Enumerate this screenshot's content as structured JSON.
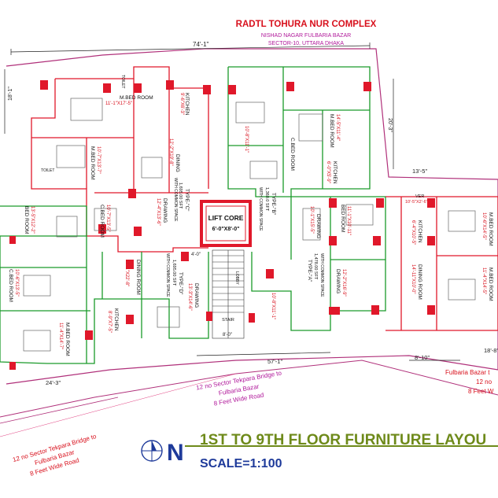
{
  "header": {
    "project_name": "RADTL TOHURA NUR COMPLEX",
    "address_line1": "NISHAD NAGAR FULBARIA BAZAR",
    "address_line2": "SECTOR-10, UTTARA DHAKA"
  },
  "footer": {
    "title": "1ST TO 9TH FLOOR FURNITURE LAYOU",
    "scale": "SCALE=1:100",
    "north_letter": "N"
  },
  "colors": {
    "boundary": "#b0307a",
    "wall_red": "#e0182a",
    "wall_green": "#1a9a2a",
    "text_red": "#d8101c",
    "text_magenta": "#b0189a",
    "title_green": "#6e8a1a",
    "scale_blue": "#1e3a9a",
    "dim_black": "#222222"
  },
  "dimensions": {
    "top_width": "74'-1\"",
    "left_offset": "18'-1\"",
    "right_offset": "20'-3\"",
    "right_step": "13'-5\"",
    "bottom_mid": "57'-1\"",
    "bottom_right": "8'-10\"",
    "right_bottom": "18'-8\"",
    "bottom_left": "24'-3\"",
    "stair_width": "8'-0\"",
    "stair_small": "4'-0\""
  },
  "core": {
    "lift_label": "LIFT CORE",
    "lift_size": "6'-0\"X8'-0\"",
    "stair_label": "STAIR",
    "lobby_label": "LOBBY"
  },
  "rooms": {
    "mbed_a": "M.BED ROOM",
    "mbed_a_size": "11'-1\"X17'-5\"",
    "mbed_b": "M.BED ROOM",
    "mbed_b_size": "10'-7\"X13'-7\"",
    "kitchen_a": "KITCHEN",
    "kitchen_a_size": "9'-6\"X6'-3\"",
    "dining_a": "DINING",
    "dining_a_size": "12'-2\"X19'-8\"",
    "drawing_a": "DRAWING",
    "drawing_a_size": "12'-4\"X13'-6\"",
    "type_c": "TYPE-\"C\"",
    "type_c_area": "1,695.00 SFT",
    "type_c_note": "WITH COMMON SPACE",
    "cbed_a": "C.BED ROOM",
    "cbed_a_size": "10'-7\"X13'-5\"",
    "bed_a": "BED ROOM",
    "bed_a_size": "13'-5\"X12'-2\"",
    "kitchen_b": "KITCHEN",
    "kitchen_b_size": "8'-9\"X7'-5\"",
    "dining_b": "DINING ROOM",
    "dining_b_size": "11'-1\"X22'-8\"",
    "drawing_b": "DRAWING",
    "drawing_b_size": "13'-3\"X14'-6\"",
    "type_d": "TYPE-\"D\"",
    "type_d_area": "1,695.00 SFT",
    "type_d_note": "WITH COMMON SPACE",
    "cbed_b": "C.BED ROOM",
    "cbed_b_size": "10'-6\"X13'-5\"",
    "mbed_c": "M.BED ROOM",
    "mbed_c_size": "11'-4\"X14'-7\"",
    "mbed_d": "M.BED ROOM",
    "mbed_d_size": "14'-5\"X11'-4\"",
    "kitchen_c": "KITCHEN",
    "kitchen_c_size": "6'-0\"X5'-9\"",
    "type_b": "TYPE-\"B\"",
    "type_b_area": "1,360.0 SFT",
    "type_b_note": "WITH COMMON SPACE",
    "drawing_c": "DRAWING",
    "drawing_c_size": "10'-1\"X15'-5\"",
    "cbed_c": "C.BED ROOM",
    "cbed_c_size": "10'-8\"X11'-1\"",
    "type_a": "TYPE-\"A\"",
    "type_a_area": "1,478.00 SFT",
    "type_a_note": "WITH COMMON SPACE",
    "drawing_d": "DRAWING",
    "drawing_d_size": "12'-2\"X16'-9\"",
    "bed_d": "BED ROOM",
    "bed_d_size": "11'-1\"X10'-11\"",
    "kitchen_d": "KITCHEN",
    "kitchen_d_size": "6'-4\"X10'-5\"",
    "dining_d": "DINING ROOM",
    "dining_d_size": "14'-11\"X10'-0\"",
    "mbed_e": "M.BED ROOM",
    "mbed_e_size": "10'-6\"X14'-5\"",
    "mbed_f": "M.BED ROOM",
    "mbed_f_size": "11'-4\"X14'-5\"",
    "ver": "VER",
    "ver_size": "10'-5\"X2'-6\"",
    "toilet": "TOILET"
  },
  "roads": {
    "road_mid_l1": "12 no Sector Tekpara Bridge to",
    "road_mid_l2": "Fulbaria Bazar",
    "road_mid_l3": "8 Feet Wide Road",
    "road_left_l1": "12 no Sector Tekpara Bridge to",
    "road_left_l2": "Fulbaria Bazar",
    "road_left_l3": "8 Feet Wide Road",
    "road_right_l1": "Fulbaria Bazar t",
    "road_right_l2": "12 no",
    "road_right_l3": "8 Feet W"
  }
}
